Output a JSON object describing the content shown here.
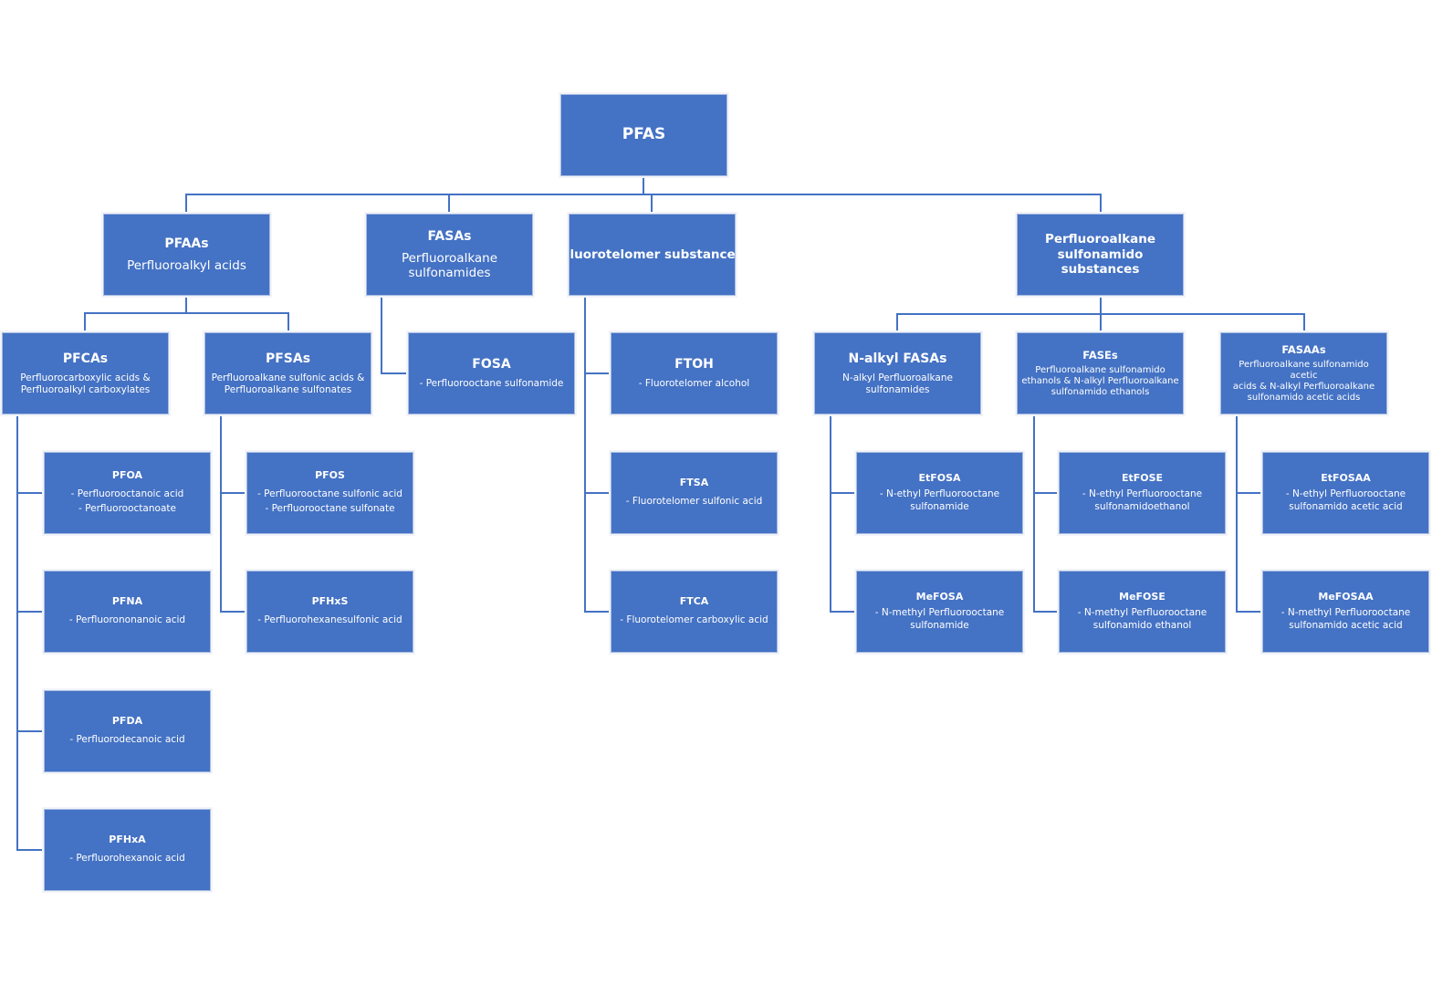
{
  "colors": {
    "box": "#4472c4",
    "connector": "#4472c4",
    "background": "#ffffff"
  },
  "root": {
    "title": "PFAS"
  },
  "categories": {
    "pfaas": {
      "title": "PFAAs",
      "subtitle": "Perfluoroalkyl acids"
    },
    "fasas": {
      "title": "FASAs",
      "subtitle": "Perfluoroalkane\nsulfonamides"
    },
    "fluorotelomer": {
      "title": "Fluorotelomer substances"
    },
    "psub": {
      "title": "Perfluoroalkane\nsulfonamido substances"
    }
  },
  "subgroups": {
    "pfcas": {
      "title": "PFCAs",
      "subtitle": "Perfluorocarboxylic acids &\nPerfluoroalkyl carboxylates"
    },
    "pfsas": {
      "title": "PFSAs",
      "subtitle": "Perfluoroalkane sulfonic acids &\nPerfluoroalkane sulfonates"
    },
    "fosa": {
      "title": "FOSA",
      "subtitle": "- Perfluorooctane sulfonamide"
    },
    "ftoh": {
      "title": "FTOH",
      "subtitle": "- Fluorotelomer alcohol"
    },
    "nalkyl": {
      "title": "N-alkyl FASAs",
      "subtitle": "N-alkyl Perfluoroalkane\nsulfonamides"
    },
    "fases": {
      "title": "FASEs",
      "subtitle": "Perfluoroalkane sulfonamido\nethanols & N-alkyl Perfluoroalkane\nsulfonamido ethanols"
    },
    "fasaas": {
      "title": "FASAAs",
      "subtitle": "Perfluoroalkane sulfonamido acetic\nacids & N-alkyl Perfluoroalkane\nsulfonamido acetic acids"
    }
  },
  "compounds": {
    "pfoa": {
      "title": "PFOA",
      "subtitle": "- Perfluorooctanoic acid\n- Perfluorooctanoate"
    },
    "pfna": {
      "title": "PFNA",
      "subtitle": "- Perfluorononanoic acid"
    },
    "pfda": {
      "title": "PFDA",
      "subtitle": "- Perfluorodecanoic acid"
    },
    "pfhxa": {
      "title": "PFHxA",
      "subtitle": "- Perfluorohexanoic acid"
    },
    "pfos": {
      "title": "PFOS",
      "subtitle": "- Perfluorooctane sulfonic acid\n- Perfluorooctane sulfonate"
    },
    "pfhxs": {
      "title": "PFHxS",
      "subtitle": "- Perfluorohexanesulfonic acid"
    },
    "ftsa": {
      "title": "FTSA",
      "subtitle": "- Fluorotelomer sulfonic acid"
    },
    "ftca": {
      "title": "FTCA",
      "subtitle": "- Fluorotelomer carboxylic acid"
    },
    "etfosa": {
      "title": "EtFOSA",
      "subtitle": "- N-ethyl Perfluorooctane\nsulfonamide"
    },
    "mefosa": {
      "title": "MeFOSA",
      "subtitle": "- N-methyl Perfluorooctane\nsulfonamide"
    },
    "etfose": {
      "title": "EtFOSE",
      "subtitle": "- N-ethyl Perfluorooctane\nsulfonamidoethanol"
    },
    "mefose": {
      "title": "MeFOSE",
      "subtitle": "- N-methyl Perfluorooctane\nsulfonamido ethanol"
    },
    "etfosaa": {
      "title": "EtFOSAA",
      "subtitle": "-  N-ethyl Perfluorooctane\nsulfonamido acetic acid"
    },
    "mefosaa": {
      "title": "MeFOSAA",
      "subtitle": "- N-methyl Perfluorooctane\nsulfonamido acetic acid"
    }
  }
}
